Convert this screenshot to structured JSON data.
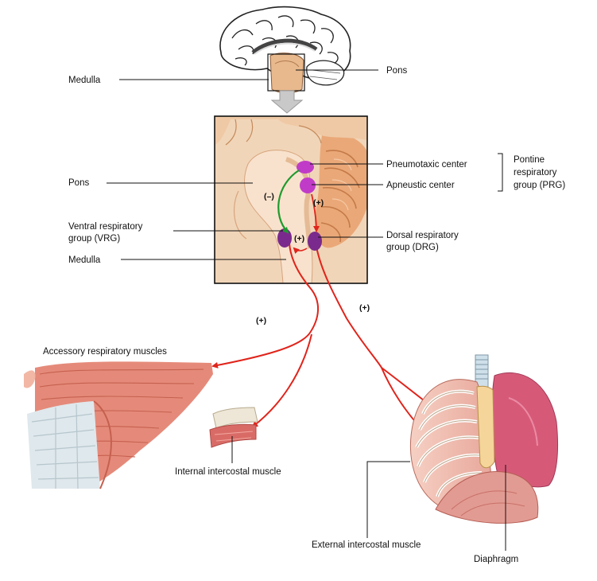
{
  "labels": {
    "medulla_top": "Medulla",
    "pons_top": "Pons",
    "pons": "Pons",
    "vrg": [
      "Ventral respiratory",
      "group (VRG)"
    ],
    "medulla": "Medulla",
    "pneumotaxic": "Pneumotaxic center",
    "apneustic": "Apneustic center",
    "prg": [
      "Pontine",
      "respiratory",
      "group (PRG)"
    ],
    "drg": [
      "Dorsal respiratory",
      "group (DRG)"
    ],
    "accessory": "Accessory respiratory muscles",
    "internal": "Internal intercostal muscle",
    "external": "External intercostal muscle",
    "diaphragm": "Diaphragm"
  },
  "signs": {
    "inhibit": "(–)",
    "excite_apneustic": "(+)",
    "excite_vrg_drg": "(+)",
    "excite_left": "(+)",
    "excite_right": "(+)"
  },
  "colors": {
    "nerve": "#e0241b",
    "inhibitory": "#1f9a2e",
    "center_magenta": "#c03cc8",
    "center_purple": "#7a2a8c",
    "muscle": "#e58a7a",
    "brain_tissue": "#f3dcc6"
  }
}
